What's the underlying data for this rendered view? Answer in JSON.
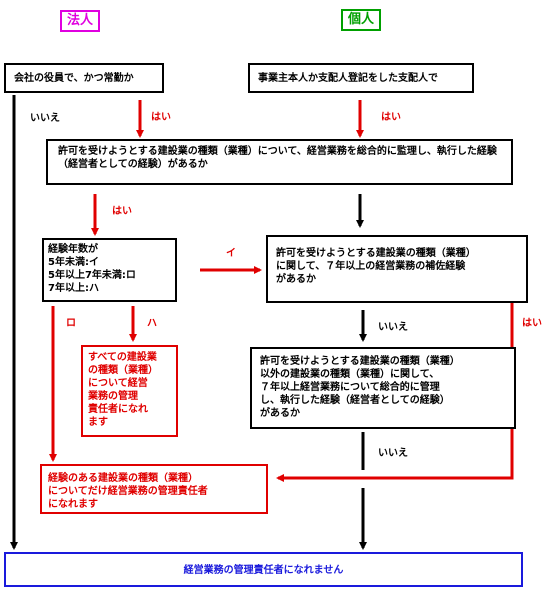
{
  "headers": {
    "corporation": "法人",
    "individual": "個人"
  },
  "boxes": {
    "corp_officer": "会社の役員で、かつ常勤か",
    "sole_proprietor": "事業主本人か支配人登記をした支配人で",
    "experience_q": "許可を受けようとする建設業の種類（業種）について、経営業務を総合的に監理し、執行した経験（経営者としての経験）があるか",
    "years": [
      "経験年数が",
      "5年未満:イ",
      "5年以上7年未満:ロ",
      "7年以上:ハ"
    ],
    "assist_q": [
      "許可を受けようとする建設業の種類（業種）",
      "に関して、７年以上の経営業務の補佐経験",
      "があるか"
    ],
    "all_types": [
      "すべての建設業",
      "の種類（業種）",
      "について経営",
      "業務の管理",
      "責任者になれ",
      "ます"
    ],
    "other_q": [
      "許可を受けようとする建設業の種類（業種）",
      "以外の建設業の種類（業種）に関して、",
      "７年以上経営業務について総合的に管理",
      "し、執行した経験（経営者としての経験）",
      "があるか"
    ],
    "only_types": [
      "経験のある建設業の種類（業種）",
      "についてだけ経営業務の管理責任者",
      "になれます"
    ],
    "cannot": "経営業務の管理責任者になれません"
  },
  "labels": {
    "iie_left": "いいえ",
    "hai_1": "はい",
    "hai_2": "はい",
    "hai_3": "はい",
    "i": "イ",
    "ro": "ロ",
    "ha": "ハ",
    "iie_mid1": "いいえ",
    "hai_right": "はい",
    "iie_mid2": "いいえ"
  },
  "colors": {
    "red": "#e00000",
    "black": "#000000",
    "blue": "#1a1adc",
    "magenta": "#e000e0",
    "green": "#00a000"
  }
}
